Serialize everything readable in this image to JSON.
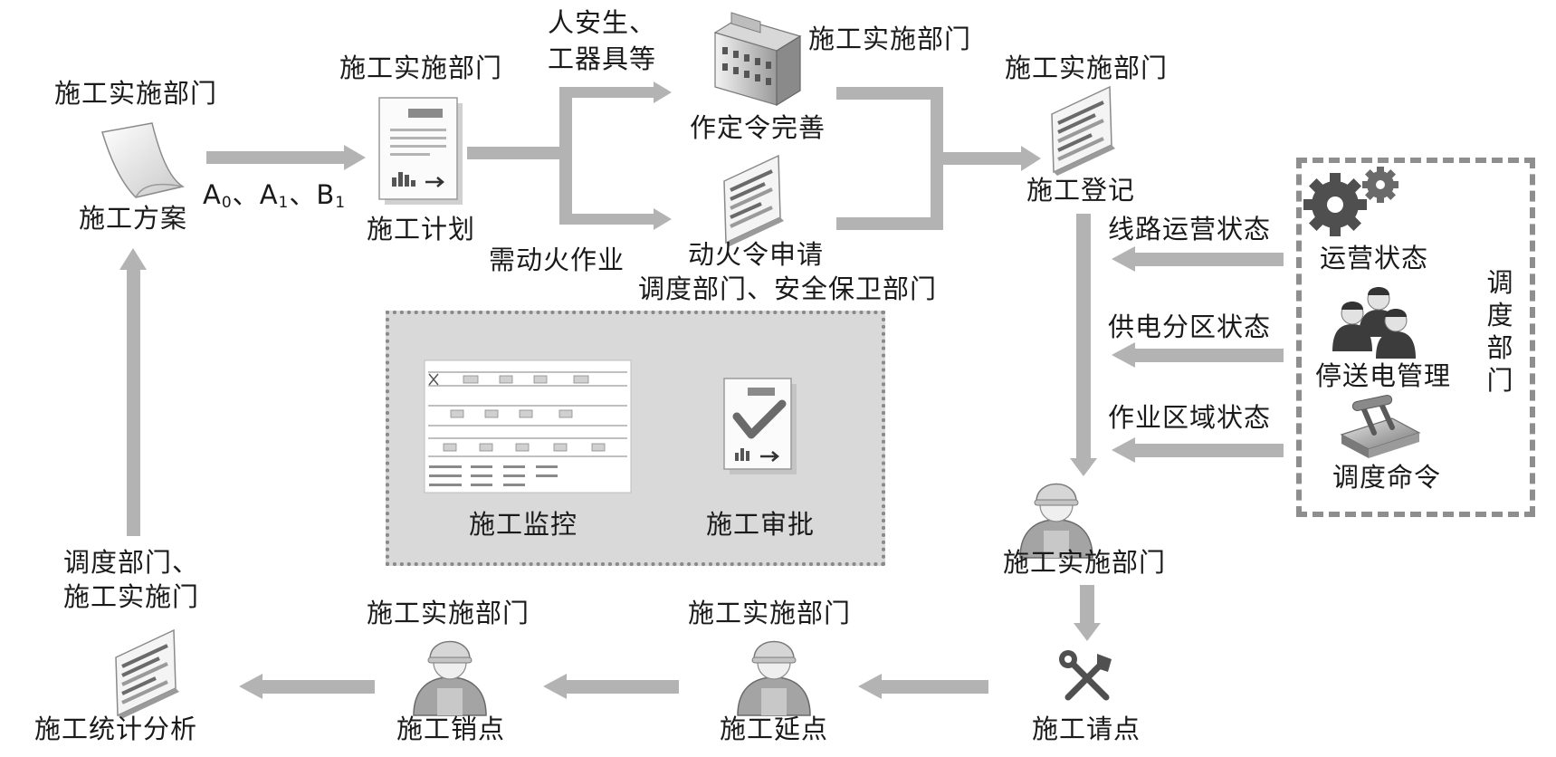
{
  "nodes": {
    "plan_doc": {
      "top": "施工实施部门",
      "bottom": "施工方案",
      "icon": "paper-sheet-icon"
    },
    "construction_plan": {
      "top": "施工实施部门",
      "bottom": "施工计划",
      "icon": "document-chart-icon"
    },
    "work_order": {
      "top_line1": "人安生、",
      "top_line2": "工器具等",
      "right": "施工实施部门",
      "bottom": "作定令完善",
      "icon": "building-icon"
    },
    "hot_work": {
      "left": "需动火作业",
      "bottom": "动火令申请",
      "dept": "调度部门、安全保卫部门",
      "icon": "report-icon"
    },
    "registration": {
      "top": "施工实施部门",
      "bottom": "施工登记",
      "icon": "report-icon"
    },
    "implementer": {
      "bottom": "施工实施部门",
      "icon": "worker-icon"
    },
    "request_point": {
      "bottom": "施工请点",
      "icon": "tools-icon"
    },
    "extension": {
      "top": "施工实施部门",
      "bottom": "施工延点",
      "icon": "worker-icon"
    },
    "cancellation": {
      "top": "施工实施部门",
      "bottom": "施工销点",
      "icon": "worker-icon"
    },
    "statistics": {
      "top_line1": "调度部门、",
      "top_line2": "施工实施门",
      "bottom": "施工统计分析",
      "icon": "report-icon"
    }
  },
  "plan_codes": {
    "a0": "A",
    "a0_sub": "0",
    "sep1": "、",
    "a1": "A",
    "a1_sub": "1",
    "sep2": "、",
    "b1": "B",
    "b1_sub": "1"
  },
  "status_flows": [
    "线路运营状态",
    "供电分区状态",
    "作业区域状态"
  ],
  "monitor_panel": {
    "monitor_label": "施工监控",
    "approval_label": "施工审批"
  },
  "dispatch_panel": {
    "title": "调度部门",
    "items": [
      {
        "label": "运营状态",
        "icon": "gears-icon"
      },
      {
        "label": "停送电管理",
        "icon": "operators-icon"
      },
      {
        "label": "调度命令",
        "icon": "switch-lever-icon"
      }
    ]
  },
  "colors": {
    "arrow": "#b3b3b3",
    "panel_bg": "#d9d9d9",
    "panel_border": "#8a8a8a",
    "icon_dark": "#505050"
  }
}
